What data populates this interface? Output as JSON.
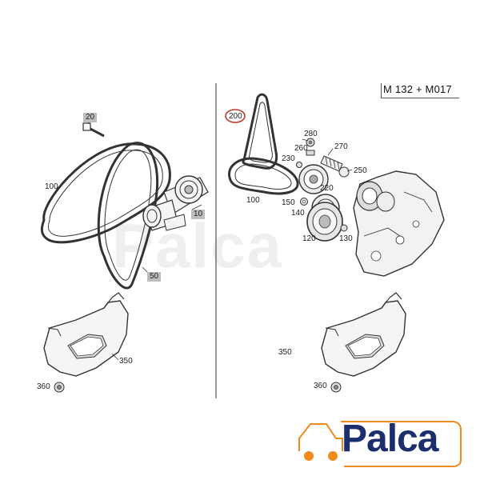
{
  "header": {
    "model_code": "M 132 + M017"
  },
  "labels": {
    "left": {
      "l20": "20",
      "l100": "100",
      "l10": "10",
      "l50": "50",
      "l350": "350",
      "l360": "360"
    },
    "right": {
      "l200": "200",
      "l280": "280",
      "l260": "260",
      "l270": "270",
      "l230": "230",
      "l250": "250",
      "l100": "100",
      "l150": "150",
      "l220": "220",
      "l140": "140",
      "l120": "120",
      "l130": "130",
      "l350": "350",
      "l360": "360"
    }
  },
  "watermark": {
    "text": "Palca"
  },
  "logo": {
    "text": "Palca",
    "color": "#1b2f6e",
    "accent": "#f08a1c"
  },
  "colors": {
    "highlight_circle": "#c0392b",
    "label_box": "#bdbdbd"
  }
}
